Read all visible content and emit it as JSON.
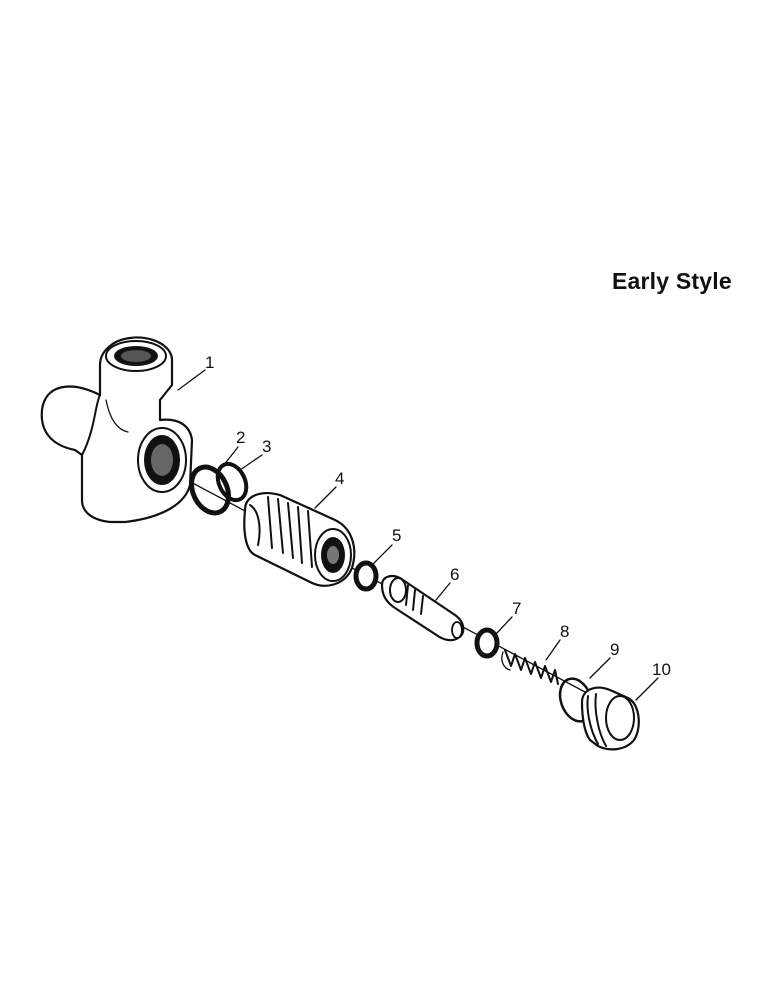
{
  "title": "Early Style",
  "callouts": [
    "1",
    "2",
    "3",
    "4",
    "5",
    "6",
    "7",
    "8",
    "9",
    "10"
  ]
}
